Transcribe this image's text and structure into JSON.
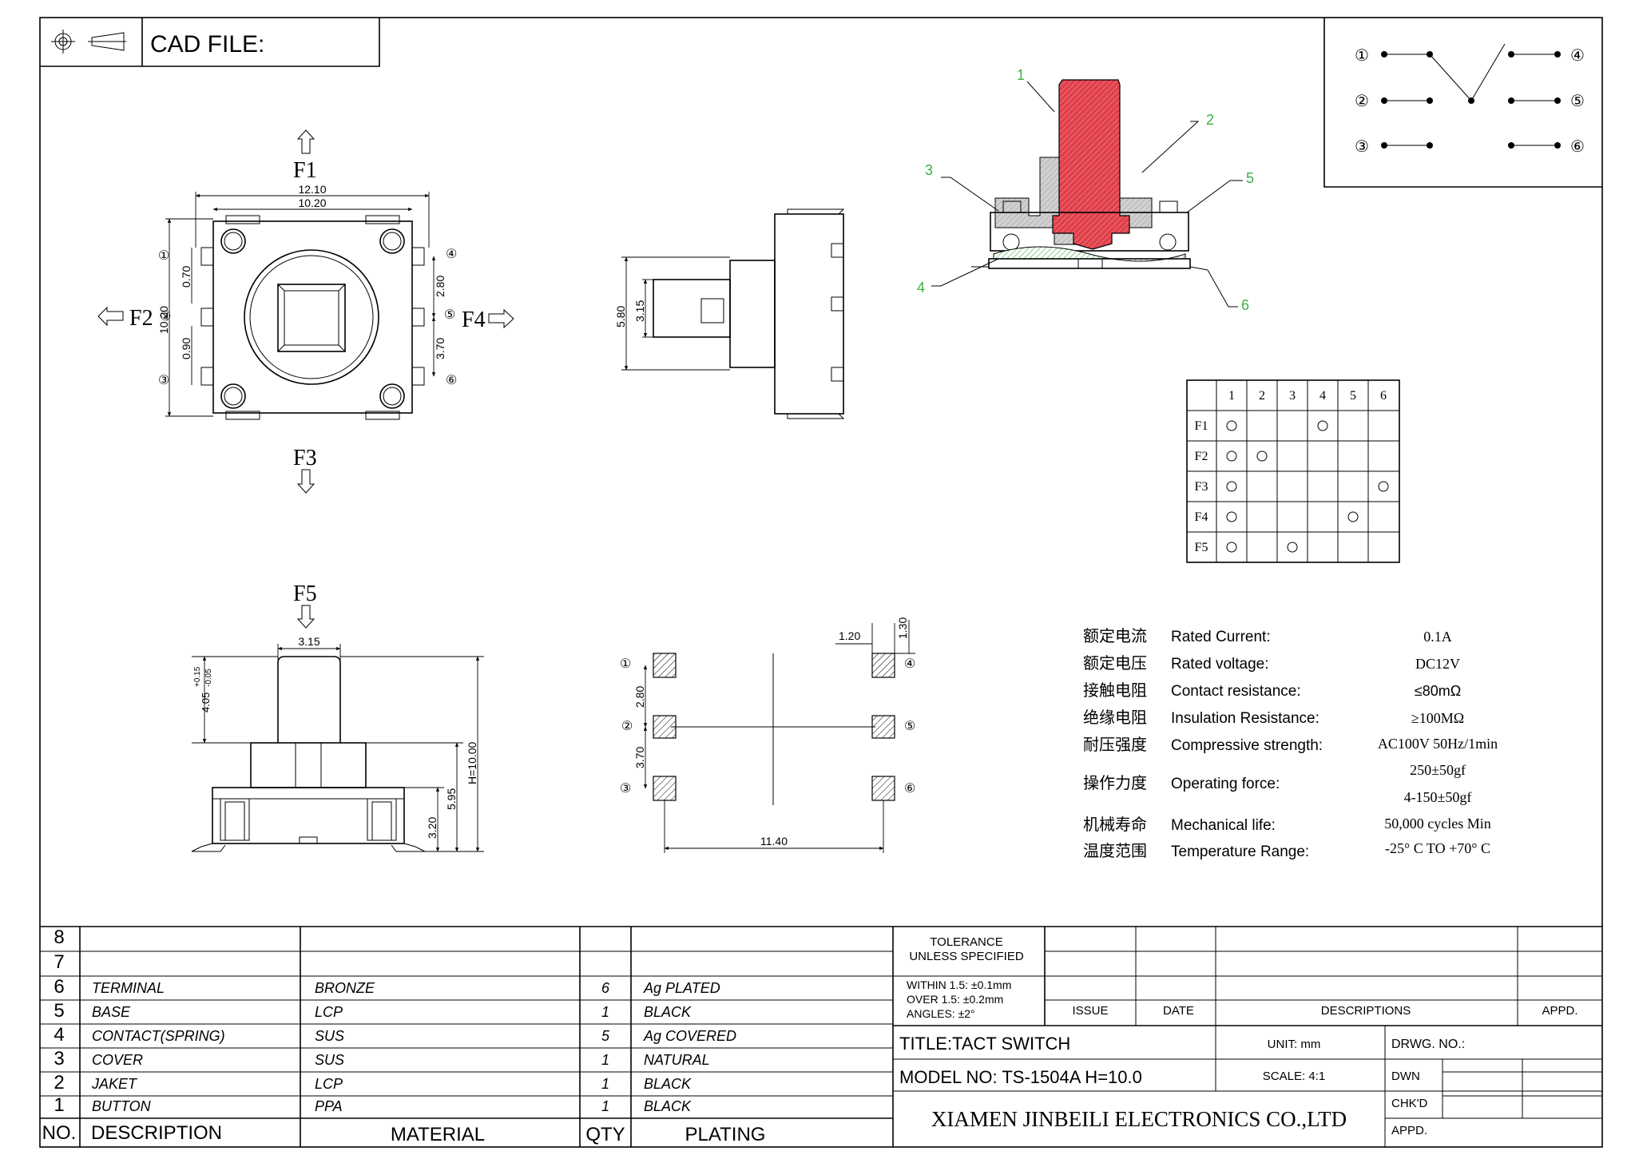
{
  "header": {
    "cad_label": "CAD FILE:"
  },
  "force_labels": {
    "f1": "F1",
    "f2": "F2",
    "f3": "F3",
    "f4": "F4",
    "f5": "F5"
  },
  "top_view": {
    "dim_outer": "12.10",
    "dim_inner": "10.20",
    "dim_left_height": "10.20",
    "dim_070": "0.70",
    "dim_090": "0.90",
    "dim_280": "2.80",
    "dim_370": "3.70",
    "pins": [
      "①",
      "②",
      "③",
      "④",
      "⑤",
      "⑥"
    ]
  },
  "side_view": {
    "dim_580": "5.80",
    "dim_315": "3.15"
  },
  "front_view": {
    "dim_315": "3.15",
    "dim_405": "4.05",
    "tol_plus": "+0.15",
    "tol_minus": "-0.05",
    "dim_h": "H=10.00",
    "dim_595": "5.95",
    "dim_320": "3.20"
  },
  "pcb_layout": {
    "dim_120": "1.20",
    "dim_130": "1.30",
    "dim_280": "2.80",
    "dim_370": "3.70",
    "dim_1140": "11.40",
    "pins": [
      "①",
      "②",
      "③",
      "④",
      "⑤",
      "⑥"
    ]
  },
  "section_callouts": [
    "1",
    "2",
    "3",
    "4",
    "5",
    "6"
  ],
  "circuit": {
    "pins": [
      "①",
      "②",
      "③",
      "④",
      "⑤",
      "⑥"
    ]
  },
  "truth_table": {
    "columns": [
      "1",
      "2",
      "3",
      "4",
      "5",
      "6"
    ],
    "rows": [
      {
        "label": "F1",
        "marks": [
          true,
          false,
          false,
          true,
          false,
          false
        ]
      },
      {
        "label": "F2",
        "marks": [
          true,
          true,
          false,
          false,
          false,
          false
        ]
      },
      {
        "label": "F3",
        "marks": [
          true,
          false,
          false,
          false,
          false,
          true
        ]
      },
      {
        "label": "F4",
        "marks": [
          true,
          false,
          false,
          false,
          true,
          false
        ]
      },
      {
        "label": "F5",
        "marks": [
          true,
          false,
          true,
          false,
          false,
          false
        ]
      }
    ]
  },
  "specs": [
    {
      "cn": "额定电流",
      "en": "Rated Current:",
      "val": "0.1A"
    },
    {
      "cn": "额定电压",
      "en": "Rated voltage:",
      "val": "DC12V"
    },
    {
      "cn": "接触电阻",
      "en": "Contact resistance:",
      "val": "≤80mΩ"
    },
    {
      "cn": "绝缘电阻",
      "en": "Insulation Resistance:",
      "val": "≥100MΩ"
    },
    {
      "cn": "耐压强度",
      "en": "Compressive strength:",
      "val": "AC100V  50Hz/1min"
    },
    {
      "cn": "操作力度",
      "en": "Operating force:",
      "val": "250±50gf",
      "val2": "4-150±50gf"
    },
    {
      "cn": "机械寿命",
      "en": "Mechanical life:",
      "val": "50,000 cycles Min"
    },
    {
      "cn": "温度范围",
      "en": "Temperature Range:",
      "val": "-25° C TO +70° C"
    }
  ],
  "bom": {
    "rows": [
      {
        "no": "8",
        "desc": "",
        "mat": "",
        "qty": "",
        "plating": ""
      },
      {
        "no": "7",
        "desc": "",
        "mat": "",
        "qty": "",
        "plating": ""
      },
      {
        "no": "6",
        "desc": "TERMINAL",
        "mat": "BRONZE",
        "qty": "6",
        "plating": "Ag PLATED"
      },
      {
        "no": "5",
        "desc": "BASE",
        "mat": "LCP",
        "qty": "1",
        "plating": "BLACK"
      },
      {
        "no": "4",
        "desc": "CONTACT(SPRING)",
        "mat": "SUS",
        "qty": "5",
        "plating": "Ag COVERED"
      },
      {
        "no": "3",
        "desc": "COVER",
        "mat": "SUS",
        "qty": "1",
        "plating": "NATURAL"
      },
      {
        "no": "2",
        "desc": "JAKET",
        "mat": "LCP",
        "qty": "1",
        "plating": "BLACK"
      },
      {
        "no": "1",
        "desc": "BUTTON",
        "mat": "PPA",
        "qty": "1",
        "plating": "BLACK"
      }
    ],
    "header": {
      "no": "NO.",
      "desc": "DESCRIPTION",
      "mat": "MATERIAL",
      "qty": "QTY",
      "plating": "PLATING"
    }
  },
  "title_block": {
    "tolerance_title": "TOLERANCE",
    "tolerance_sub": "UNLESS SPECIFIED",
    "tol_line1": "WITHIN 1.5: ±0.1mm",
    "tol_line2": "OVER 1.5:  ±0.2mm",
    "tol_line3": "ANGLES: ±2°",
    "issue": "ISSUE",
    "date": "DATE",
    "descriptions": "DESCRIPTIONS",
    "appd": "APPD.",
    "title": "TITLE:TACT SWITCH",
    "unit": "UNIT: mm",
    "drwg_no": "DRWG. NO.:",
    "model": "MODEL NO: TS-1504A  H=10.0",
    "scale": "SCALE: 4:1",
    "dwn": "DWN",
    "chkd": "CHK'D",
    "appd2": "APPD.",
    "company": "XIAMEN JINBEILI ELECTRONICS CO.,LTD"
  },
  "colors": {
    "button_red": "#e0404a",
    "callout_green": "#3cb043",
    "hatch_gray": "#b4b4b4"
  }
}
